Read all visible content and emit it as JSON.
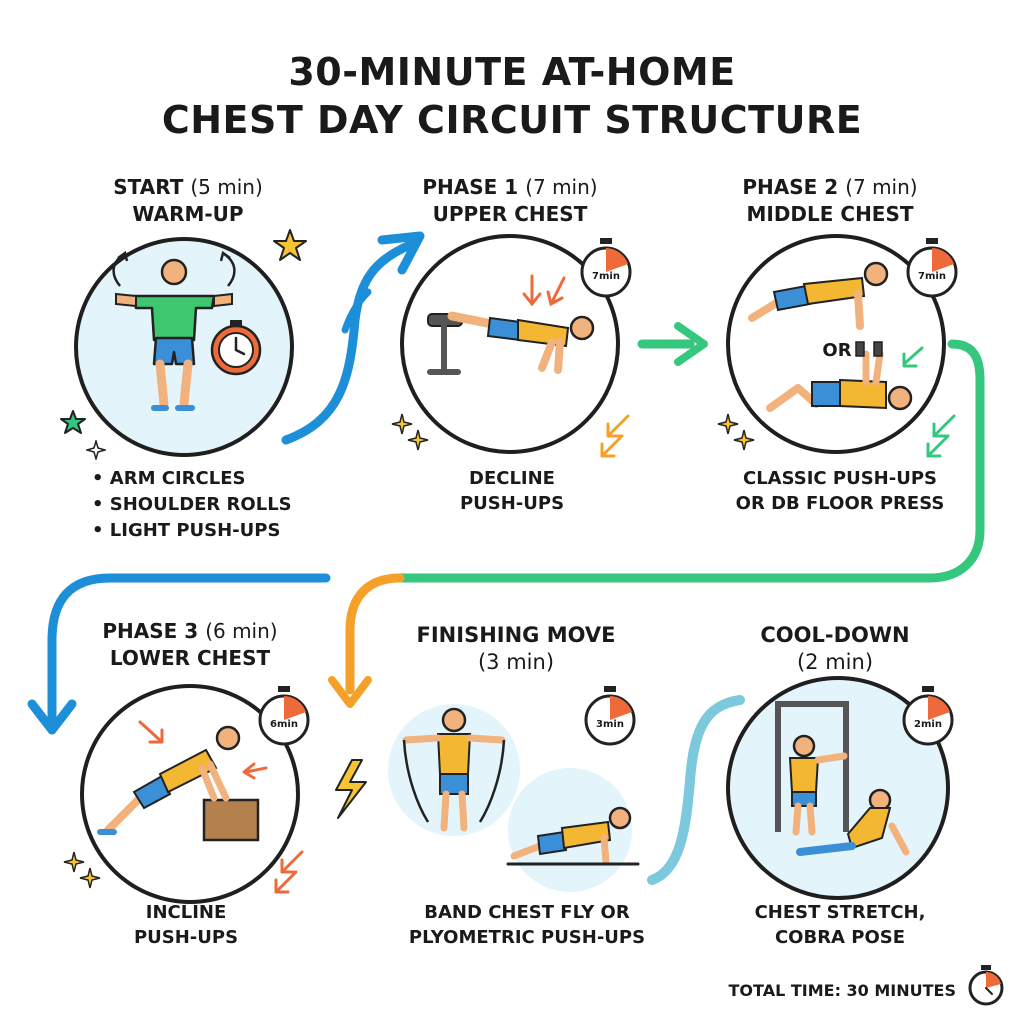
{
  "title": {
    "line1": "30-MINUTE AT-HOME",
    "line2": "CHEST DAY CIRCUIT STRUCTURE"
  },
  "phases": [
    {
      "label": "START",
      "duration": "(5 min)",
      "name": "WARM-UP",
      "exercises": [
        "ARM CIRCLES",
        "SHOULDER ROLLS",
        "LIGHT PUSH-UPS"
      ]
    },
    {
      "label": "PHASE 1",
      "duration": "(7 min)",
      "name": "UPPER CHEST",
      "timer": "7min",
      "caption": [
        "DECLINE",
        "PUSH-UPS"
      ]
    },
    {
      "label": "PHASE 2",
      "duration": "(7 min)",
      "name": "MIDDLE CHEST",
      "timer": "7min",
      "separator": "OR",
      "caption": [
        "CLASSIC PUSH-UPS",
        "OR DB FLOOR PRESS"
      ]
    },
    {
      "label": "PHASE 3",
      "duration": "(6 min)",
      "name": "LOWER CHEST",
      "timer": "6min",
      "caption": [
        "INCLINE",
        "PUSH-UPS"
      ]
    },
    {
      "label": "FINISHING MOVE",
      "duration": "(3 min)",
      "timer": "3min",
      "caption": [
        "BAND CHEST FLY OR",
        "PLYOMETRIC PUSH-UPS"
      ]
    },
    {
      "label": "COOL-DOWN",
      "duration": "(2 min)",
      "timer": "2min",
      "caption": [
        "CHEST STRETCH,",
        "COBRA POSE"
      ]
    }
  ],
  "footer": {
    "total": "TOTAL TIME: 30 MINUTES"
  },
  "colors": {
    "blue": "#1d8fd8",
    "green": "#35c77d",
    "orange": "#f5a029",
    "teal": "#7cc9dd",
    "circle_fill": "#e3f4fb",
    "timer_red": "#ee6a3a",
    "star_yellow": "#f6c531",
    "skin": "#f2b27d",
    "shirt_yellow": "#f4b731",
    "shirt_green": "#3ec76e",
    "shorts_blue": "#3a8fd6",
    "box_brown": "#b3804e"
  }
}
